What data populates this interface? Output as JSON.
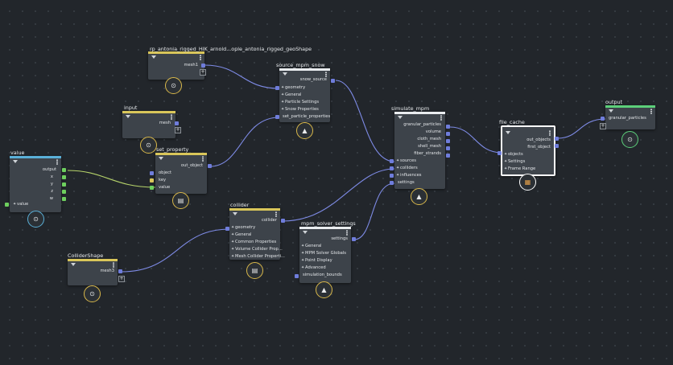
{
  "colors": {
    "background": "#22262b",
    "node_body": "#3d434a",
    "bar_white": "#e9ecef",
    "bar_yellow": "#d9c65a",
    "bar_blue": "#5ab0d8",
    "bar_green": "#5ccf7a",
    "wire": "#7e8be6",
    "wire_green": "#b6d36a",
    "port_blue": "#6f7ddb",
    "port_green": "#6ecf5e",
    "port_yellow": "#d9c65a"
  },
  "nodes": {
    "geo_shape": {
      "title": "rp_antonia_rigged_HIK_arnold...ople_antonia_rigged_geoShape",
      "out": "mesh1",
      "icon": "camera-icon"
    },
    "input": {
      "title": "input",
      "out": "mesh",
      "icon": "camera-icon"
    },
    "value": {
      "title": "value",
      "out": "output",
      "x": "x",
      "y": "y",
      "z": "z",
      "w": "w",
      "in": "value",
      "icon": "camera-icon"
    },
    "set_property": {
      "title": "set_property",
      "out": "out_object",
      "in1": "object",
      "in2": "key",
      "in3": "value",
      "icon": "document-icon"
    },
    "source_mpm_snow": {
      "title": "source_mpm_snow",
      "out": "snow_source",
      "in1": "geometry",
      "in2": "General",
      "in3": "Particle Settings",
      "in4": "Snow Properties",
      "in5": "set_particle_properties",
      "icon": "particles-icon"
    },
    "simulate_mpm": {
      "title": "simulate_mpm",
      "out1": "granular_particles",
      "out2": "volume",
      "out3": "cloth_mesh",
      "out4": "shell_mesh",
      "out5": "fiber_strands",
      "in1": "sources",
      "in2": "colliders",
      "in3": "influences",
      "in4": "settings",
      "icon": "particles-icon"
    },
    "file_cache": {
      "title": "file_cache",
      "out1": "out_objects",
      "out2": "first_object",
      "in1": "objects",
      "in2": "Settings",
      "in3": "Frame Range",
      "icon": "cache-icon"
    },
    "output": {
      "title": "output",
      "in": "granular_particles",
      "icon": "camera-icon"
    },
    "collider": {
      "title": "collider",
      "out": "collider",
      "in1": "geometry",
      "in2": "General",
      "in3": "Common Properties",
      "in4": "Volume Collider Prop...",
      "in5": "Mesh Collider Properti...",
      "icon": "document-icon"
    },
    "collider_shape": {
      "title": "ColliderShape",
      "out": "mesh3",
      "icon": "camera-icon"
    },
    "mpm_solver_settings": {
      "title": "mpm_solver_settings",
      "out": "settings",
      "in1": "General",
      "in2": "MPM Solver Globals",
      "in3": "Point Display",
      "in4": "Advanced",
      "in5": "simulation_bounds",
      "icon": "particles-icon"
    }
  }
}
